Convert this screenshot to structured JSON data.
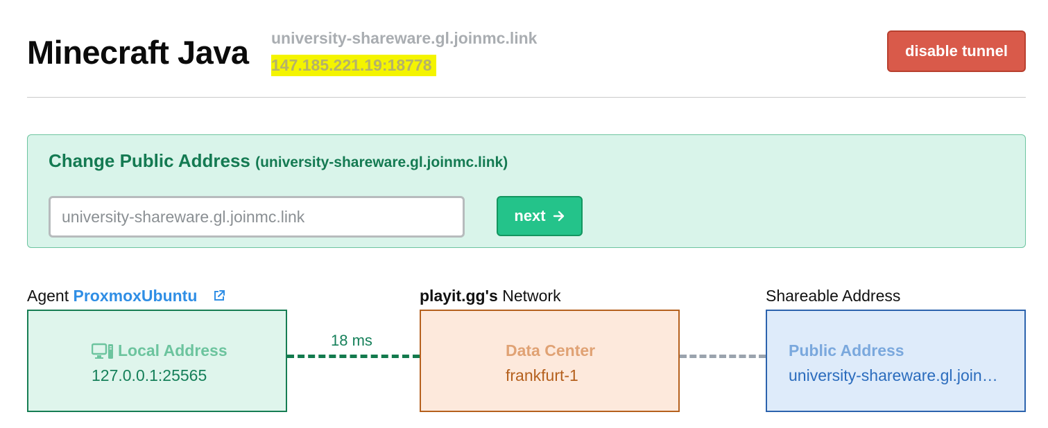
{
  "header": {
    "title": "Minecraft Java",
    "hostname": "university-shareware.gl.joinmc.link",
    "ip_port": "147.185.221.19:18778",
    "disable_label": "disable tunnel"
  },
  "change_address": {
    "title": "Change Public Address",
    "subtitle": "(university-shareware.gl.joinmc.link)",
    "input_placeholder": "university-shareware.gl.joinmc.link",
    "next_label": "next",
    "next_icon": "arrow-right-icon"
  },
  "diagram": {
    "agent_prefix": "Agent",
    "agent_name": "ProxmoxUbuntu",
    "agent_link_icon": "external-link-icon",
    "network_brand": "playit.gg's",
    "network_suffix": "Network",
    "shareable_caption": "Shareable Address",
    "local": {
      "icon": "computer-icon",
      "label": "Local Address",
      "value": "127.0.0.1:25565"
    },
    "latency": "18 ms",
    "datacenter": {
      "label": "Data Center",
      "value": "frankfurt-1"
    },
    "public": {
      "label": "Public Address",
      "value": "university-shareware.gl.joinmc.link"
    }
  },
  "colors": {
    "danger": "#d95a4a",
    "success": "#24c38a",
    "panel_bg": "#d9f4ea",
    "link_blue": "#2f8ee5",
    "highlight": "#f4f400"
  }
}
